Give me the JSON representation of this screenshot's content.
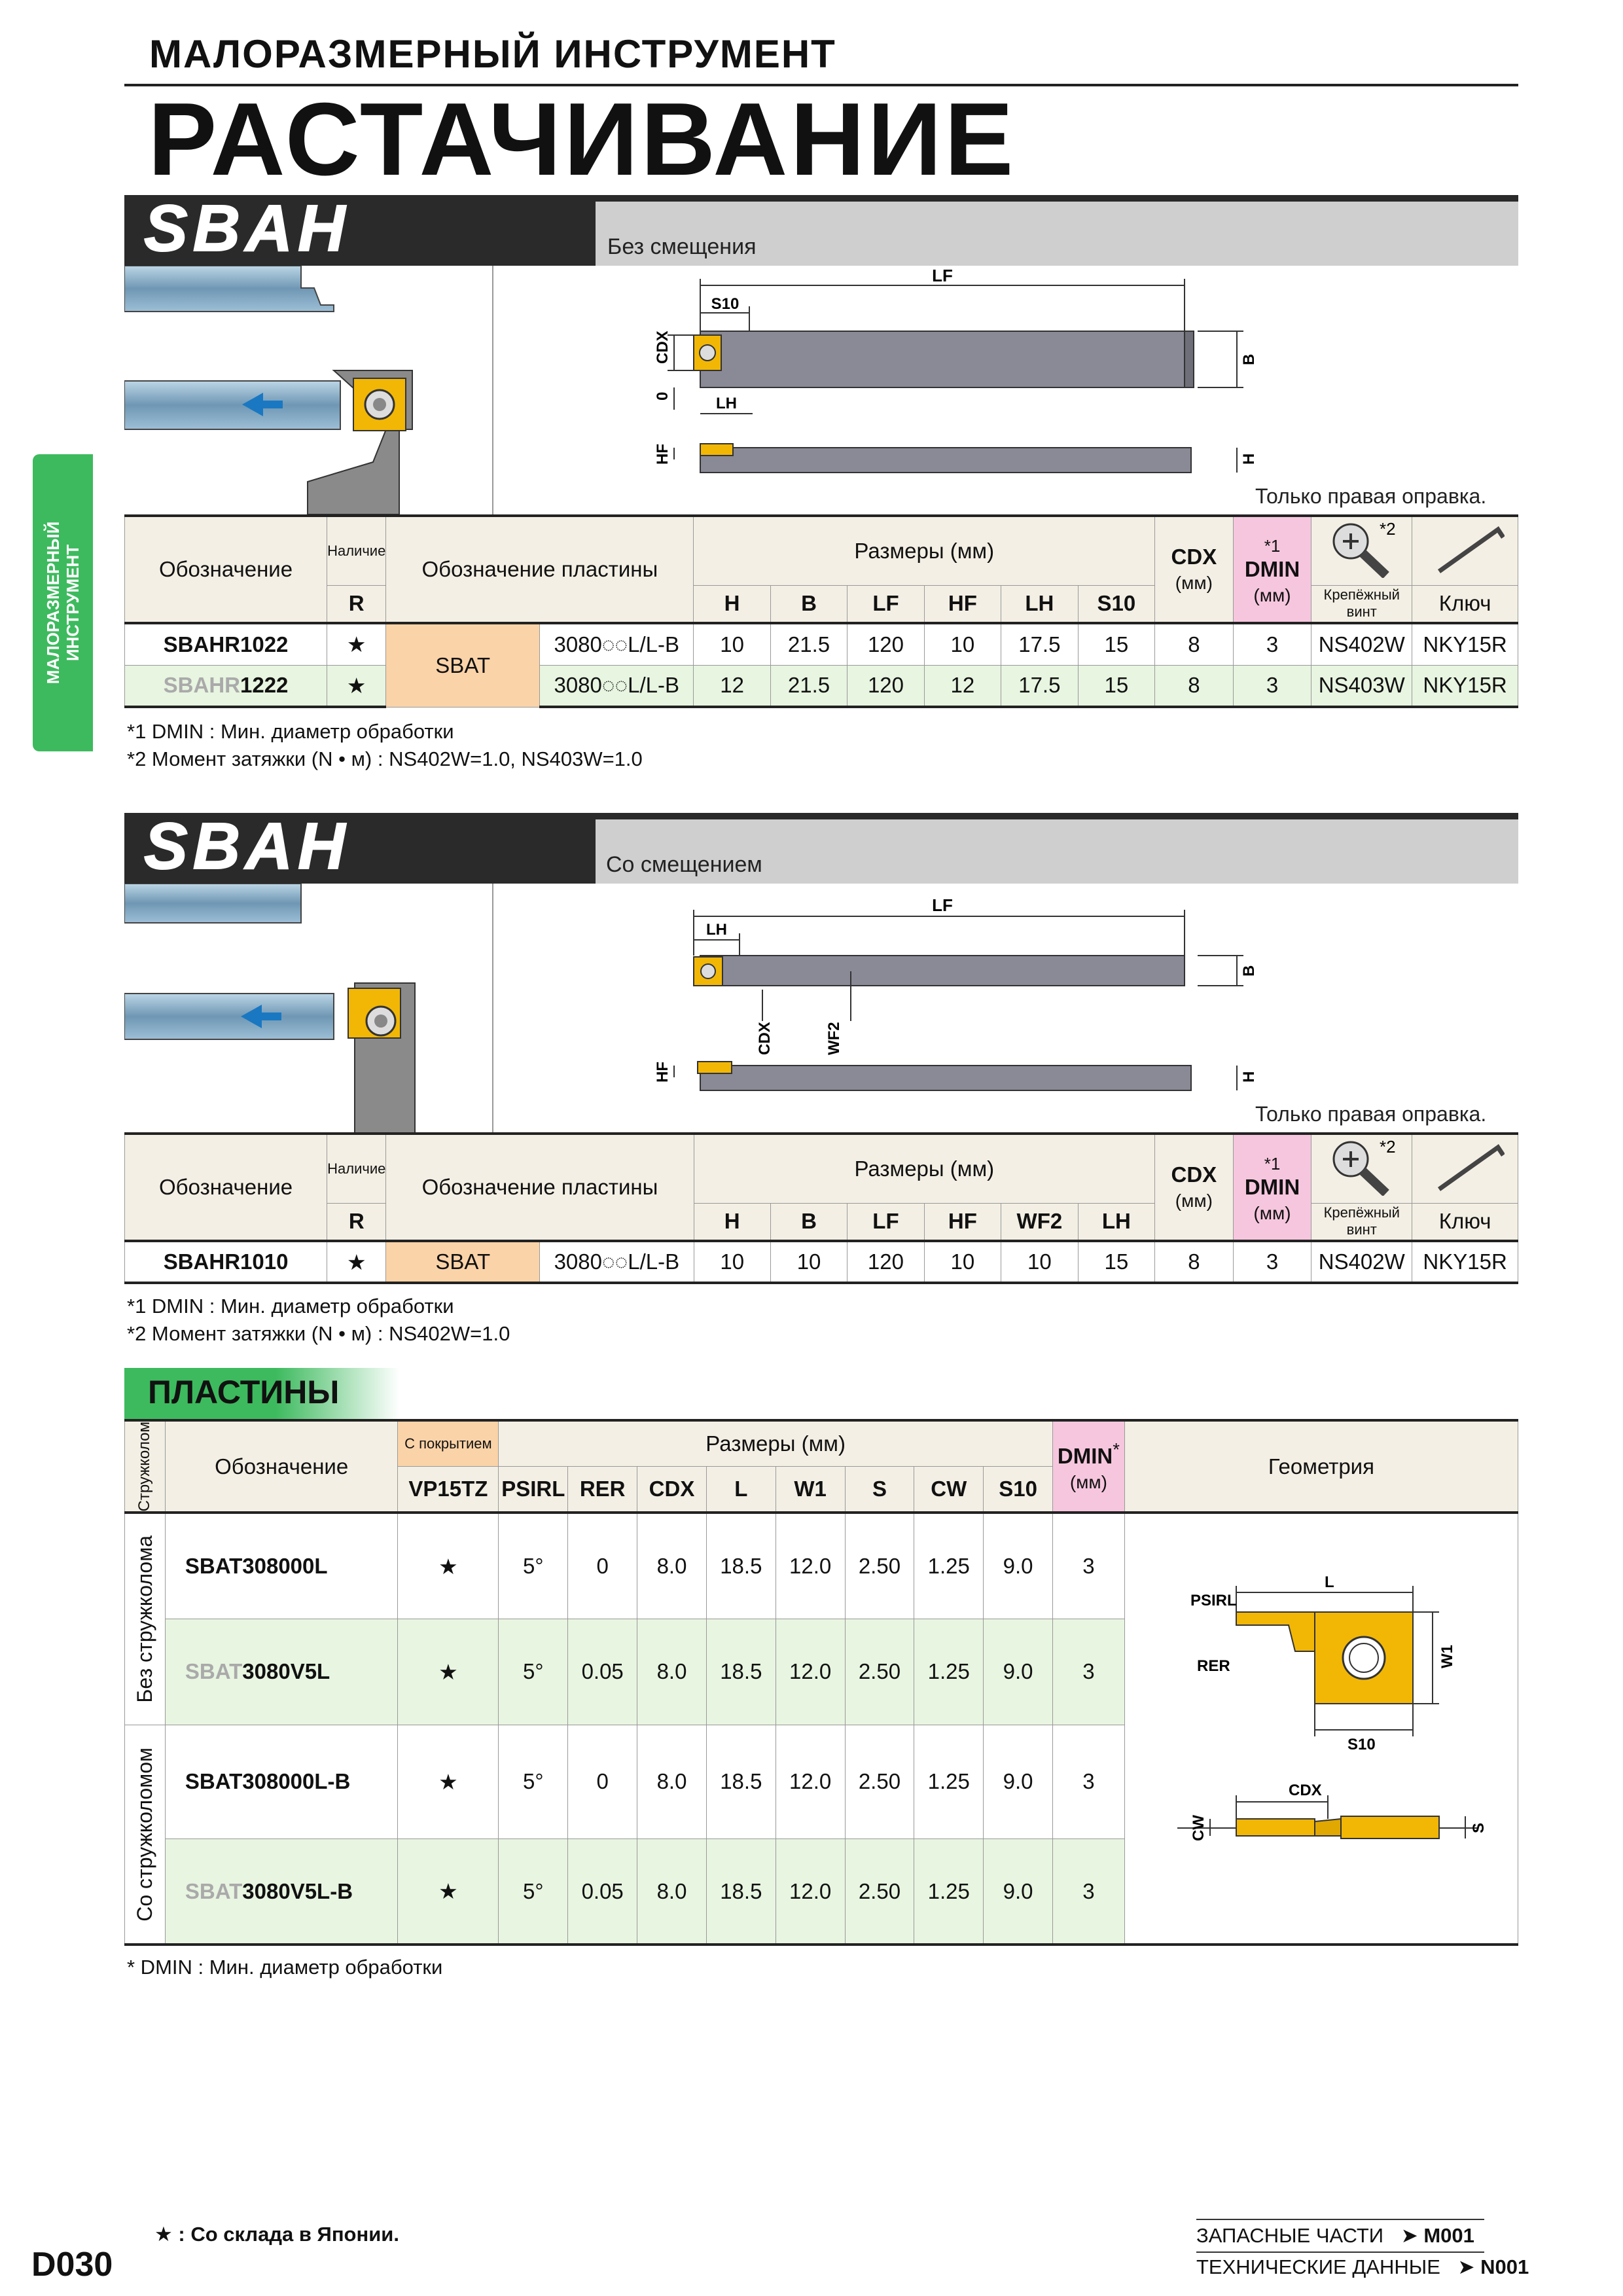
{
  "header": {
    "category": "МАЛОРАЗМЕРНЫЙ ИНСТРУМЕНТ",
    "title": "РАСТАЧИВАНИЕ"
  },
  "side_tab": {
    "line1": "МАЛОРАЗМЕРНЫЙ",
    "line2": "ИНСТРУМЕНТ"
  },
  "section1": {
    "series": "SBAH",
    "subtitle": "Без смещения",
    "right_only": "Только правая оправка.",
    "dims": {
      "lf": "LF",
      "s10": "S10",
      "cdx": "CDX",
      "b": "B",
      "lh": "LH",
      "zero": "0",
      "hf": "HF",
      "h": "H"
    },
    "headers": {
      "designation": "Обозначение",
      "avail": "Наличие",
      "avail_r": "R",
      "insert": "Обозначение пластины",
      "sizes": "Размеры (мм)",
      "cols": [
        "H",
        "B",
        "LF",
        "HF",
        "LH",
        "S10"
      ],
      "cdx": "CDX",
      "cdx_unit": "(мм)",
      "dmin_mark": "*1",
      "dmin": "DMIN",
      "dmin_unit": "(мм)",
      "screw_mark": "*2",
      "screw": "Крепёжный винт",
      "key": "Ключ"
    },
    "insert_type": "SBAT",
    "rows": [
      {
        "prefix": "",
        "code": "SBAHR1022",
        "avail": "★",
        "insert": "3080◌◌L/L-B",
        "vals": [
          "10",
          "21.5",
          "120",
          "10",
          "17.5",
          "15"
        ],
        "cdx": "8",
        "dmin": "3",
        "screw": "NS402W",
        "key": "NKY15R"
      },
      {
        "prefix": "SBAHR",
        "code": "1222",
        "avail": "★",
        "insert": "3080◌◌L/L-B",
        "vals": [
          "12",
          "21.5",
          "120",
          "12",
          "17.5",
          "15"
        ],
        "cdx": "8",
        "dmin": "3",
        "screw": "NS403W",
        "key": "NKY15R"
      }
    ],
    "notes": [
      "*1 DMIN : Мин. диаметр обработки",
      "*2 Момент затяжки (N • м) : NS402W=1.0, NS403W=1.0"
    ]
  },
  "section2": {
    "series": "SBAH",
    "subtitle": "Со смещением",
    "right_only": "Только правая оправка.",
    "dims": {
      "lf": "LF",
      "lh": "LH",
      "b": "B",
      "cdx": "CDX",
      "wf2": "WF2",
      "hf": "HF",
      "h": "H"
    },
    "headers": {
      "designation": "Обозначение",
      "avail": "Наличие",
      "avail_r": "R",
      "insert": "Обозначение пластины",
      "sizes": "Размеры (мм)",
      "cols": [
        "H",
        "B",
        "LF",
        "HF",
        "WF2",
        "LH"
      ],
      "cdx": "CDX",
      "cdx_unit": "(мм)",
      "dmin_mark": "*1",
      "dmin": "DMIN",
      "dmin_unit": "(мм)",
      "screw_mark": "*2",
      "screw": "Крепёжный винт",
      "key": "Ключ"
    },
    "rows": [
      {
        "code": "SBAHR1010",
        "avail": "★",
        "insert_type": "SBAT",
        "insert": "3080◌◌L/L-B",
        "vals": [
          "10",
          "10",
          "120",
          "10",
          "10",
          "15"
        ],
        "cdx": "8",
        "dmin": "3",
        "screw": "NS402W",
        "key": "NKY15R"
      }
    ],
    "notes": [
      "*1 DMIN : Мин. диаметр обработки",
      "*2 Момент затяжки (N • м) : NS402W=1.0"
    ]
  },
  "inserts": {
    "title": "ПЛАСТИНЫ",
    "headers": {
      "chipbreaker": "Стружколом",
      "designation": "Обозначение",
      "coated": "С покрытием",
      "grade": "VP15TZ",
      "sizes": "Размеры (мм)",
      "cols": [
        "PSIRL",
        "RER",
        "CDX",
        "L",
        "W1",
        "S",
        "CW",
        "S10"
      ],
      "dmin": "DMIN",
      "dmin_mark": "*",
      "dmin_unit": "(мм)",
      "geometry": "Геометрия"
    },
    "group1": "Без стружколома",
    "group2": "Со стружколомом",
    "rows": [
      {
        "prefix": "",
        "code": "SBAT308000L",
        "avail": "★",
        "vals": [
          "5°",
          "0",
          "8.0",
          "18.5",
          "12.0",
          "2.50",
          "1.25",
          "9.0"
        ],
        "dmin": "3"
      },
      {
        "prefix": "SBAT",
        "code": "3080V5L",
        "avail": "★",
        "vals": [
          "5°",
          "0.05",
          "8.0",
          "18.5",
          "12.0",
          "2.50",
          "1.25",
          "9.0"
        ],
        "dmin": "3"
      },
      {
        "prefix": "",
        "code": "SBAT308000L-B",
        "avail": "★",
        "vals": [
          "5°",
          "0",
          "8.0",
          "18.5",
          "12.0",
          "2.50",
          "1.25",
          "9.0"
        ],
        "dmin": "3"
      },
      {
        "prefix": "SBAT",
        "code": "3080V5L-B",
        "avail": "★",
        "vals": [
          "5°",
          "0.05",
          "8.0",
          "18.5",
          "12.0",
          "2.50",
          "1.25",
          "9.0"
        ],
        "dmin": "3"
      }
    ],
    "geo_labels": {
      "psirl": "PSIRL",
      "l": "L",
      "rer": "RER",
      "w1": "W1",
      "s10": "S10",
      "cdx": "CDX",
      "cw": "CW",
      "s": "S"
    },
    "note": "* DMIN : Мин. диаметр обработки"
  },
  "footer": {
    "page": "D030",
    "stock_note": "★ : Со склада в Японии.",
    "link1_text": "ЗАПАСНЫЕ ЧАСТИ",
    "link1_ref": "M001",
    "link2_text": "ТЕХНИЧЕСКИЕ ДАННЫЕ",
    "link2_ref": "N001"
  },
  "colors": {
    "accent_green": "#3dba5e",
    "dmin_pink": "#f6c6de",
    "insert_peach": "#fbd3a8",
    "row_green": "#e8f5e1",
    "insert_gold": "#f2b705",
    "tool_grey": "#8a8a96"
  }
}
